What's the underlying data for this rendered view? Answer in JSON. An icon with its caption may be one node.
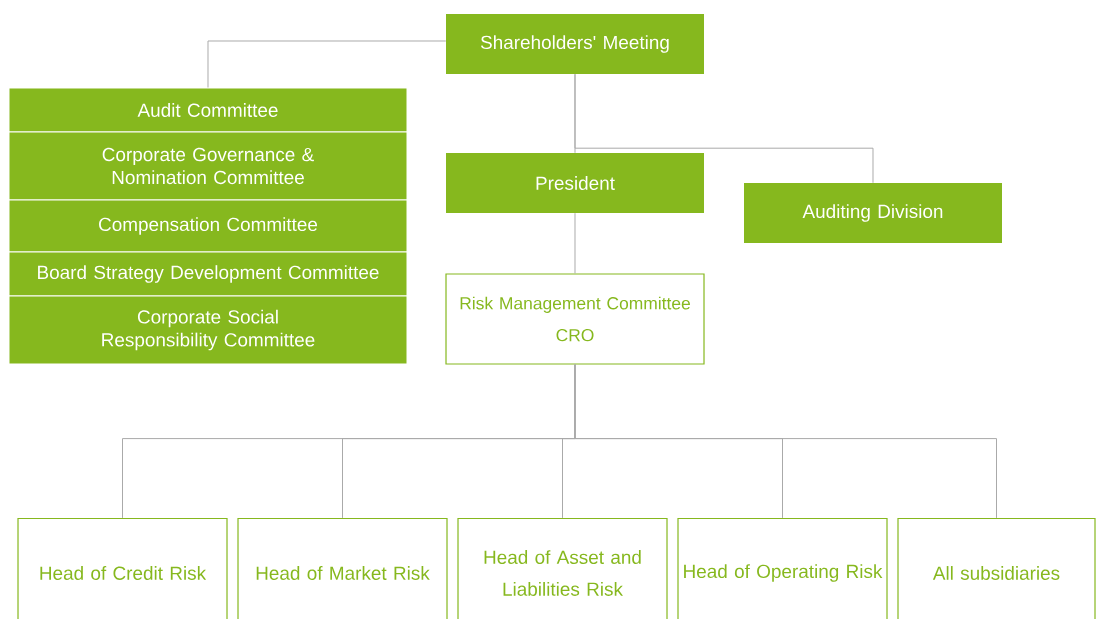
{
  "diagram": {
    "nodes": [
      {
        "text": [
          "Shareholders' Meeting"
        ]
      },
      {
        "text": [
          "Audit Committee"
        ]
      },
      {
        "text": [
          "Corporate Governance & Nomination Committee"
        ]
      },
      {
        "text": [
          "Compensation Committee"
        ]
      },
      {
        "text": [
          "Board Strategy Development Committee"
        ]
      },
      {
        "text": [
          "Corporate Social Responsibility Committee"
        ]
      },
      {
        "text": [
          "President"
        ]
      },
      {
        "text": [
          "Auditing Division"
        ]
      },
      {
        "text": [
          "Risk Management Committee",
          "CRO"
        ]
      },
      {
        "text": [
          "Head of Credit Risk"
        ]
      },
      {
        "text": [
          "Head of Market Risk"
        ]
      },
      {
        "text": [
          "Head of Asset and Liabilities Risk"
        ]
      },
      {
        "text": [
          "Head of Operating Risk"
        ]
      },
      {
        "text": [
          "All subsidiaries"
        ]
      }
    ],
    "edges": [
      {
        "from": 0,
        "to": 1,
        "arrow": "none"
      },
      {
        "from": 0,
        "to": 6,
        "arrow": "none"
      },
      {
        "from": 0,
        "to": 7,
        "arrow": "none"
      },
      {
        "from": 6,
        "to": 8,
        "arrow": "none"
      },
      {
        "from": 8,
        "to": 9,
        "arrow": "none"
      },
      {
        "from": 8,
        "to": 10,
        "arrow": "none"
      },
      {
        "from": 8,
        "to": 11,
        "arrow": "none"
      },
      {
        "from": 8,
        "to": 12,
        "arrow": "none"
      },
      {
        "from": 8,
        "to": 13,
        "arrow": "none"
      }
    ]
  }
}
